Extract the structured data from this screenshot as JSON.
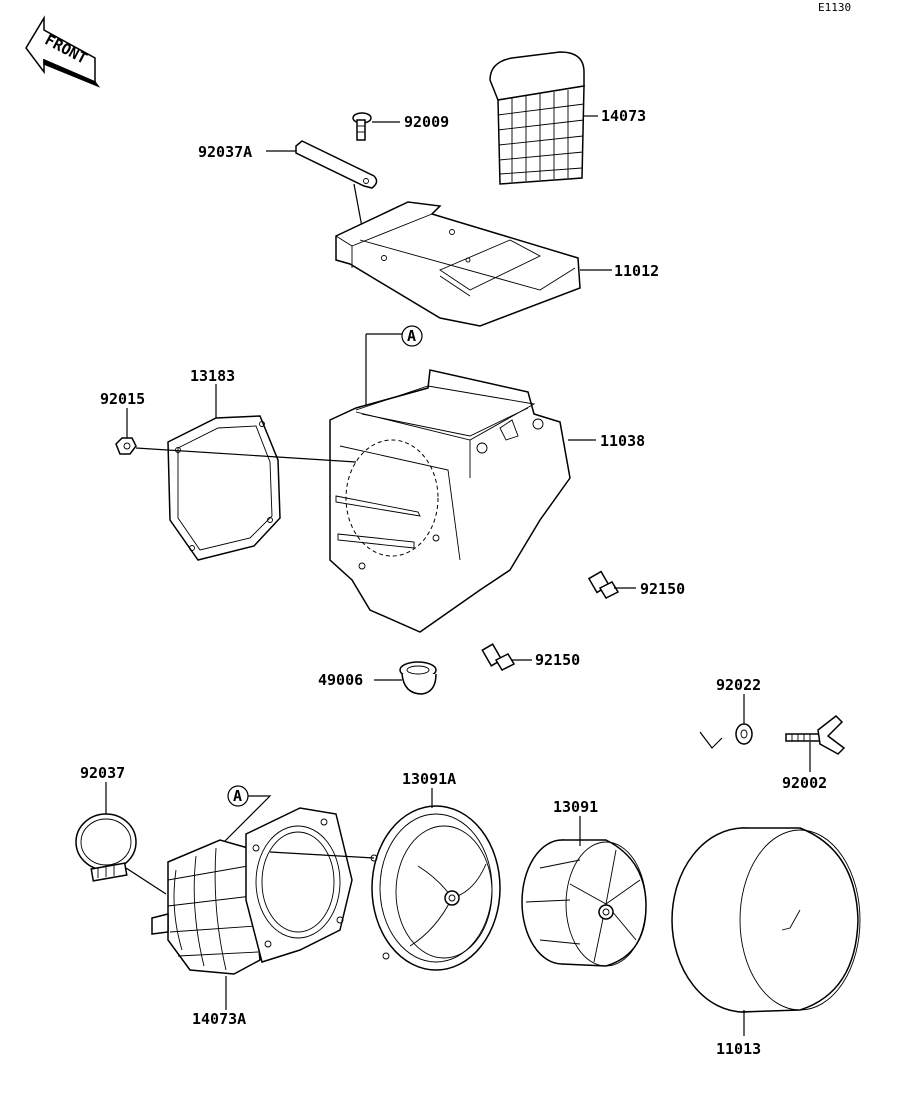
{
  "diagram_code": "E1130",
  "front_label": "FRONT",
  "ref_marker": "A",
  "parts": {
    "p92009": "92009",
    "p14073": "14073",
    "p92037A": "92037A",
    "p11012": "11012",
    "p13183": "13183",
    "p92015": "92015",
    "p11038": "11038",
    "p92150a": "92150",
    "p92150b": "92150",
    "p49006": "49006",
    "p92022": "92022",
    "p92002": "92002",
    "p92037": "92037",
    "p13091A": "13091A",
    "p13091": "13091",
    "p14073A": "14073A",
    "p11013": "11013"
  }
}
